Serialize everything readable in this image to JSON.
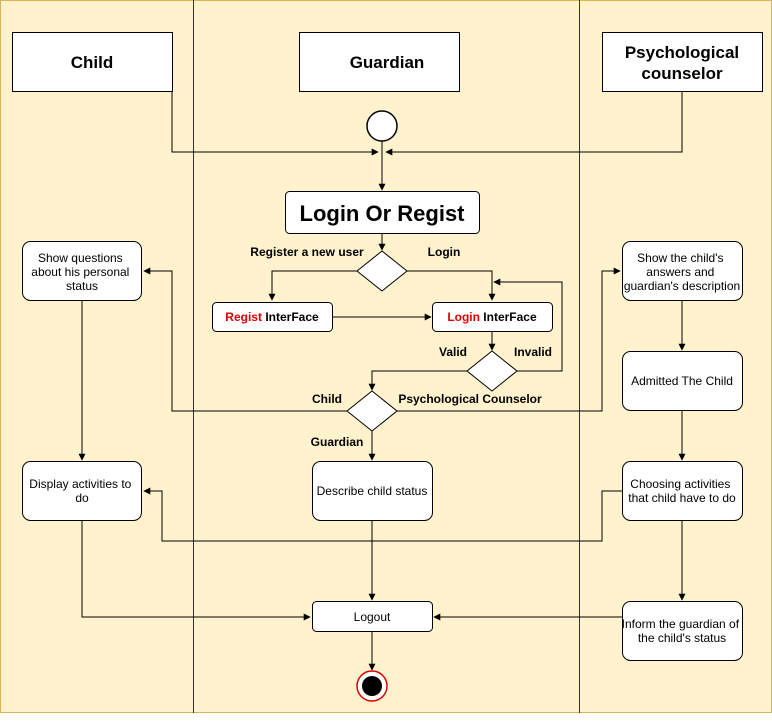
{
  "lanes": {
    "child": {
      "title": "Child"
    },
    "guardian": {
      "title": "Guardian"
    },
    "counselor": {
      "title_line1": "Psychological",
      "title_line2": "counselor"
    }
  },
  "colors": {
    "lane_fill": "#fff2cc",
    "lane_border": "#d6b656",
    "accent_red": "#e00000"
  },
  "nodes": {
    "login_or_regist": "Login Or Regist",
    "regist_interface": {
      "red": "Regist",
      "rest": " InterFace"
    },
    "login_interface": {
      "red": "Login",
      "rest": " InterFace"
    },
    "show_questions": [
      "Show questions",
      "about his personal",
      "status"
    ],
    "display_activities": [
      "Display activities to",
      "do"
    ],
    "describe_child_status": "Describe child status",
    "logout": "Logout",
    "show_answers": [
      "Show the child's",
      "answers and",
      "guardian's description"
    ],
    "admitted": "Admitted The Child",
    "choosing_activities": [
      "Choosing activities",
      "that child have to do"
    ],
    "inform_guardian": [
      "Inform the guardian of",
      "the child's status"
    ]
  },
  "edge_labels": {
    "register_new_user": "Register a new user",
    "login": "Login",
    "valid": "Valid",
    "invalid": "Invalid",
    "child": "Child",
    "psych_counselor": "Psychological Counselor",
    "guardian": "Guardian"
  }
}
